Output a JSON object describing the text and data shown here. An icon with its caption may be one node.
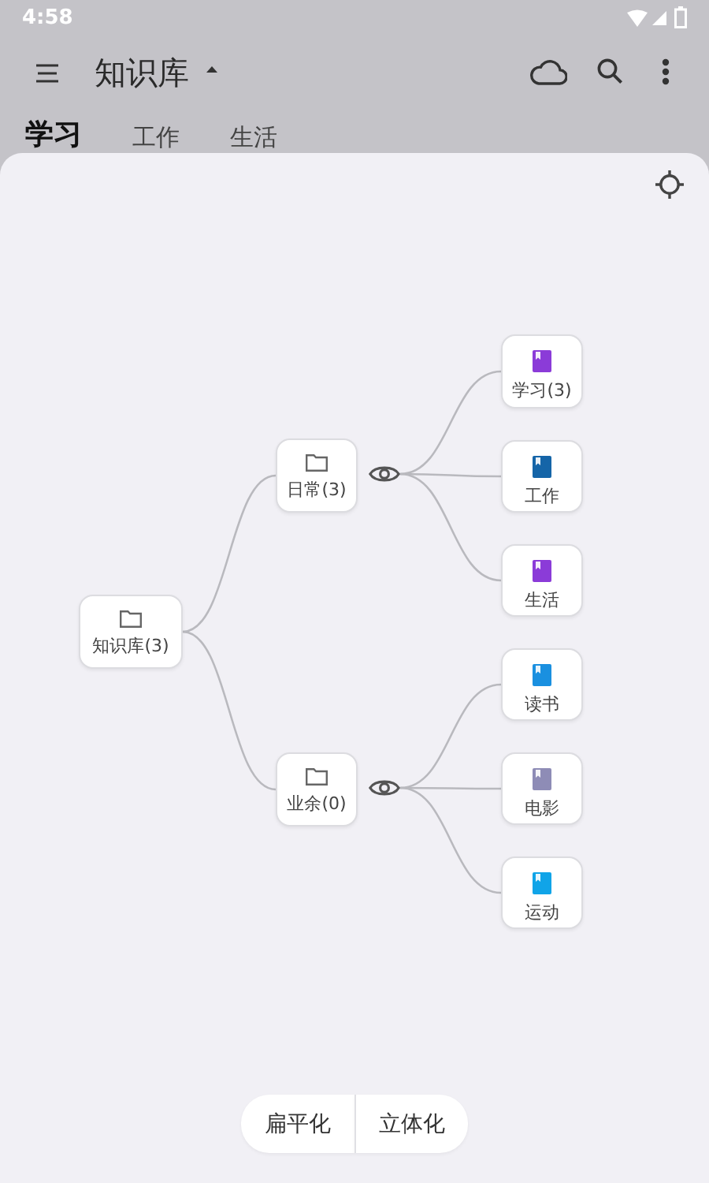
{
  "diagram": {
    "nodes": [
      {
        "text": [
          "知识库(3)"
        ]
      },
      {
        "text": [
          "日常(3)"
        ]
      },
      {
        "text": [],
        "shape": "eye"
      },
      {
        "text": [
          "学习(3)"
        ]
      },
      {
        "text": [
          "工作"
        ]
      },
      {
        "text": [
          "生活"
        ]
      },
      {
        "text": [
          "业余(0)"
        ]
      },
      {
        "text": [],
        "shape": "eye"
      },
      {
        "text": [
          "读书"
        ]
      },
      {
        "text": [
          "电影"
        ]
      },
      {
        "text": [
          "运动"
        ]
      }
    ],
    "edges": [
      {
        "from": 0,
        "to": 1,
        "arrow": "none"
      },
      {
        "from": 0,
        "to": 6,
        "arrow": "none"
      },
      {
        "from": 2,
        "to": 3,
        "arrow": "none"
      },
      {
        "from": 2,
        "to": 4,
        "arrow": "none"
      },
      {
        "from": 2,
        "to": 5,
        "arrow": "none"
      },
      {
        "from": 7,
        "to": 8,
        "arrow": "none"
      },
      {
        "from": 7,
        "to": 9,
        "arrow": "none"
      },
      {
        "from": 7,
        "to": 10,
        "arrow": "none"
      }
    ],
    "labels": [
      "4:58",
      "知识库",
      "学习",
      "工作",
      "生活",
      "扁平化",
      "立体化"
    ]
  }
}
